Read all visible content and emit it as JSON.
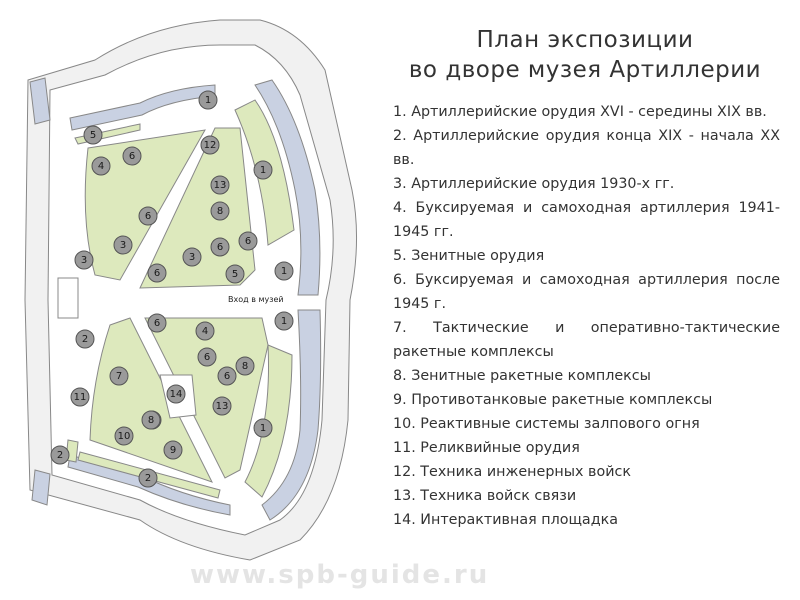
{
  "title_line1": "План экспозиции",
  "title_line2": "во дворе музея Артиллерии",
  "entrance_label": "Вход в музей",
  "watermark": "www.spb-guide.ru",
  "colors": {
    "lawn": "#dde9bd",
    "water": "#c9d1e2",
    "path": "#ffffff",
    "outline": "#777777",
    "marker": "#9a9a9a"
  },
  "legend": [
    {
      "num": "1.",
      "text": "Артиллерийские орудия XVI - середины XIX вв."
    },
    {
      "num": "2.",
      "text": "Артиллерийские орудия конца XIX - начала XX вв."
    },
    {
      "num": "3.",
      "text": "Артиллерийские орудия 1930-х гг."
    },
    {
      "num": "4.",
      "text": "Буксируемая и самоходная артиллерия 1941-1945 гг."
    },
    {
      "num": "5.",
      "text": "Зенитные орудия"
    },
    {
      "num": "6.",
      "text": "Буксируемая и самоходная артиллерия после 1945 г."
    },
    {
      "num": "7.",
      "text": "Тактические и оперативно-тактические ракетные комплексы"
    },
    {
      "num": "8.",
      "text": "Зенитные ракетные комплексы"
    },
    {
      "num": "9.",
      "text": "Противотанковые ракетные комплексы"
    },
    {
      "num": "10.",
      "text": "Реактивные системы залпового огня"
    },
    {
      "num": "11.",
      "text": "Реликвийные орудия"
    },
    {
      "num": "12.",
      "text": "Техника инженерных войск"
    },
    {
      "num": "13.",
      "text": "Техника войск связи"
    },
    {
      "num": "14.",
      "text": "Интерактивная площадка"
    }
  ],
  "markers": [
    "1",
    "5",
    "4",
    "6",
    "12",
    "1",
    "13",
    "8",
    "6",
    "6",
    "3",
    "3",
    "6",
    "6",
    "6",
    "5",
    "1",
    "3",
    "2",
    "1",
    "6",
    "4",
    "6",
    "8",
    "7",
    "8",
    "14",
    "11",
    "13",
    "8",
    "10",
    "9",
    "1",
    "2",
    "2"
  ]
}
